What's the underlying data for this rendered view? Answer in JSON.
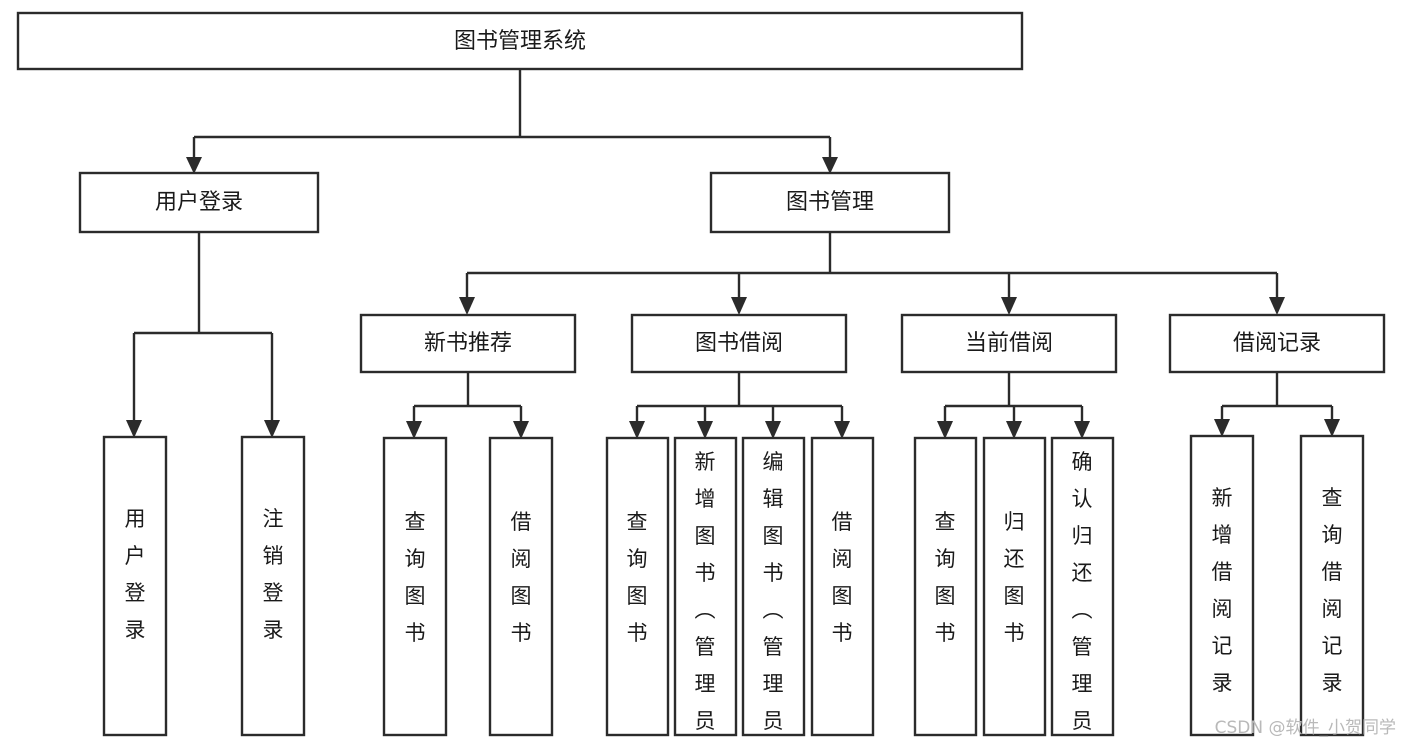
{
  "diagram": {
    "title": "图书管理系统",
    "type": "tree-hierarchy-chart",
    "orientation": "top-down",
    "colors": {
      "stroke": "#2b2b2b",
      "fill": "#ffffff",
      "text": "#1a1a1a",
      "watermark": "#b9b9b9"
    },
    "root": {
      "id": "root",
      "label": "图书管理系统"
    },
    "level2": [
      {
        "id": "user-login",
        "label": "用户登录"
      },
      {
        "id": "book-manage",
        "label": "图书管理"
      }
    ],
    "level3": [
      {
        "id": "new-book-recommend",
        "label": "新书推荐",
        "parent": "book-manage"
      },
      {
        "id": "book-borrow",
        "label": "图书借阅",
        "parent": "book-manage"
      },
      {
        "id": "current-borrow",
        "label": "当前借阅",
        "parent": "book-manage"
      },
      {
        "id": "borrow-record",
        "label": "借阅记录",
        "parent": "book-manage"
      }
    ],
    "leaves": [
      {
        "id": "leaf-user-login",
        "label": "用户登录",
        "parent": "user-login"
      },
      {
        "id": "leaf-user-logout",
        "label": "注销登录",
        "parent": "user-login"
      },
      {
        "id": "leaf-recommend-query",
        "label": "查询图书",
        "parent": "new-book-recommend"
      },
      {
        "id": "leaf-recommend-borrow",
        "label": "借阅图书",
        "parent": "new-book-recommend"
      },
      {
        "id": "leaf-borrow-query",
        "label": "查询图书",
        "parent": "book-borrow"
      },
      {
        "id": "leaf-borrow-add",
        "label": "新增图书（管理员）",
        "parent": "book-borrow"
      },
      {
        "id": "leaf-borrow-edit",
        "label": "编辑图书（管理员）",
        "parent": "book-borrow"
      },
      {
        "id": "leaf-borrow-lend",
        "label": "借阅图书",
        "parent": "book-borrow"
      },
      {
        "id": "leaf-current-query",
        "label": "查询图书",
        "parent": "current-borrow"
      },
      {
        "id": "leaf-current-return",
        "label": "归还图书",
        "parent": "current-borrow"
      },
      {
        "id": "leaf-current-confirm",
        "label": "确认归还（管理员）",
        "parent": "current-borrow"
      },
      {
        "id": "leaf-record-add",
        "label": "新增借阅记录",
        "parent": "borrow-record"
      },
      {
        "id": "leaf-record-query",
        "label": "查询借阅记录",
        "parent": "borrow-record"
      }
    ]
  },
  "watermark": {
    "text": "CSDN @软件_小贺同学"
  }
}
